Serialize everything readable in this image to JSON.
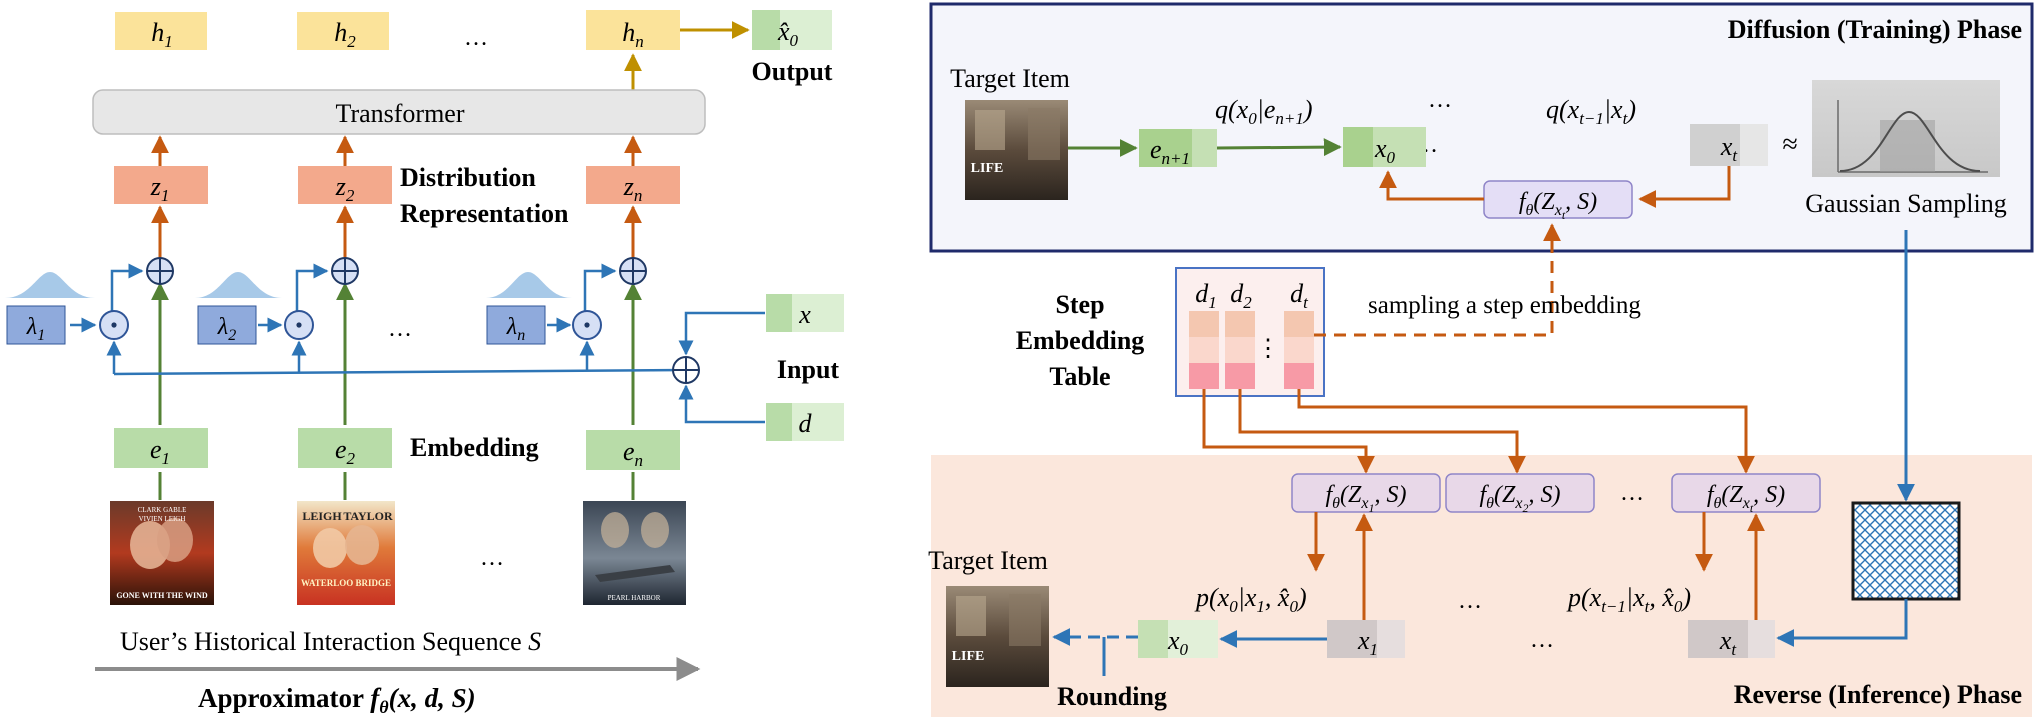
{
  "colors": {
    "yellow": "#fbe39a",
    "orange": "#f3a98c",
    "green": "#b8dca8",
    "green_light": "#dcefd3",
    "blue_box": "#8faadc",
    "purple_box": "#e4def6",
    "gray_box": "#cfcfcf",
    "arrow_orange": "#c55a11",
    "arrow_green": "#548235",
    "arrow_blue": "#2e75b6",
    "arrow_gold": "#bf9000",
    "panel_top_border": "#1f2a6b",
    "panel_top_fill": "#f4f5fb",
    "panel_bottom_fill": "#fbe7dc"
  },
  "left": {
    "outputs": {
      "h1": "h",
      "h1_sub": "1",
      "h2": "h",
      "h2_sub": "2",
      "hn": "h",
      "hn_sub": "n",
      "dots": "…"
    },
    "output_x0": {
      "main": "x̂",
      "sub": "0"
    },
    "output_label": "Output",
    "transformer_label": "Transformer",
    "z_labels": [
      {
        "main": "z",
        "sub": "1"
      },
      {
        "main": "z",
        "sub": "2"
      },
      {
        "main": "z",
        "sub": "n"
      }
    ],
    "distribution_label_1": "Distribution",
    "distribution_label_2": "Representation",
    "lambdas": [
      {
        "main": "λ",
        "sub": "1"
      },
      {
        "main": "λ",
        "sub": "2"
      },
      {
        "main": "λ",
        "sub": "n"
      }
    ],
    "middle_dots": "…",
    "input_x": "x",
    "input_d": "d",
    "input_label": "Input",
    "embeddings": [
      {
        "main": "e",
        "sub": "1"
      },
      {
        "main": "e",
        "sub": "2"
      },
      {
        "main": "e",
        "sub": "n"
      }
    ],
    "embedding_label": "Embedding",
    "posters": [
      {
        "line1": "CLARK GABLE",
        "line2": "VIVIEN LEIGH",
        "title": "GONE WITH THE WIND"
      },
      {
        "line1": "LEIGH",
        "line2": "TAYLOR",
        "title": "WATERLOO BRIDGE"
      },
      {
        "line1": "",
        "line2": "",
        "title": "PEARL HARBOR"
      }
    ],
    "poster_dots": "…",
    "sequence_label": "User’s Historical Interaction Sequence ",
    "sequence_var": "S",
    "approximator_label": "Approximator ",
    "approximator_formula": "f",
    "approximator_sub": "θ",
    "approximator_args": "(x, d, S)"
  },
  "top_panel": {
    "title": "Diffusion (Training) Phase",
    "target_item": "Target Item",
    "e_n1": {
      "main": "e",
      "sub": "n+1"
    },
    "q1": "q(x₀|eₙ₊₁)",
    "q1_main": "q(x",
    "q1_sub0": "0",
    "q1_mid": "|e",
    "q1_sub1": "n+1",
    "q1_end": ")",
    "dots1": "…",
    "dots2": "…",
    "x0": {
      "main": "x",
      "sub": "0"
    },
    "q2_main": "q(x",
    "q2_sub0": "t−1",
    "q2_mid": "|x",
    "q2_sub1": "t",
    "q2_end": ")",
    "xt": {
      "main": "x",
      "sub": "t"
    },
    "approx": "≈",
    "f_theta": {
      "main": "f",
      "sub": "θ",
      "args_open": "(Z",
      "args_sub": "x",
      "args_subsub": "t",
      "args_close": ", S)"
    },
    "gaussian_label": "Gaussian Sampling"
  },
  "step_table": {
    "label_1": "Step",
    "label_2": "Embedding",
    "label_3": "Table",
    "d1": {
      "main": "d",
      "sub": "1"
    },
    "d2": {
      "main": "d",
      "sub": "2"
    },
    "dt": {
      "main": "d",
      "sub": "t"
    },
    "vdots": "⋮",
    "sampling_label": "sampling a step embedding"
  },
  "bottom_panel": {
    "title": "Reverse (Inference) Phase",
    "target_item": "Target Item",
    "f1": {
      "main": "f",
      "sub": "θ",
      "args_open": "(Z",
      "args_sub": "x",
      "args_subsub": "1",
      "args_close": ", S)"
    },
    "f2": {
      "main": "f",
      "sub": "θ",
      "args_open": "(Z",
      "args_sub": "x",
      "args_subsub": "2",
      "args_close": ", S)"
    },
    "ft": {
      "main": "f",
      "sub": "θ",
      "args_open": "(Z",
      "args_sub": "x",
      "args_subsub": "t",
      "args_close": ", S)"
    },
    "dots_f": "…",
    "p1_main": "p(x",
    "p1_sub0": "0",
    "p1_mid": "|x",
    "p1_sub1": "1",
    "p1_end": ", x̂",
    "p1_sub2": "0",
    "p1_close": ")",
    "p2_main": "p(x",
    "p2_sub0": "t−1",
    "p2_mid": "|x",
    "p2_sub1": "t",
    "p2_end": ", x̂",
    "p2_sub2": "0",
    "p2_close": ")",
    "dots_p": "…",
    "dots_x": "…",
    "x0": {
      "main": "x",
      "sub": "0"
    },
    "x1": {
      "main": "x",
      "sub": "1"
    },
    "xt": {
      "main": "x",
      "sub": "t"
    },
    "rounding_label": "Rounding"
  }
}
